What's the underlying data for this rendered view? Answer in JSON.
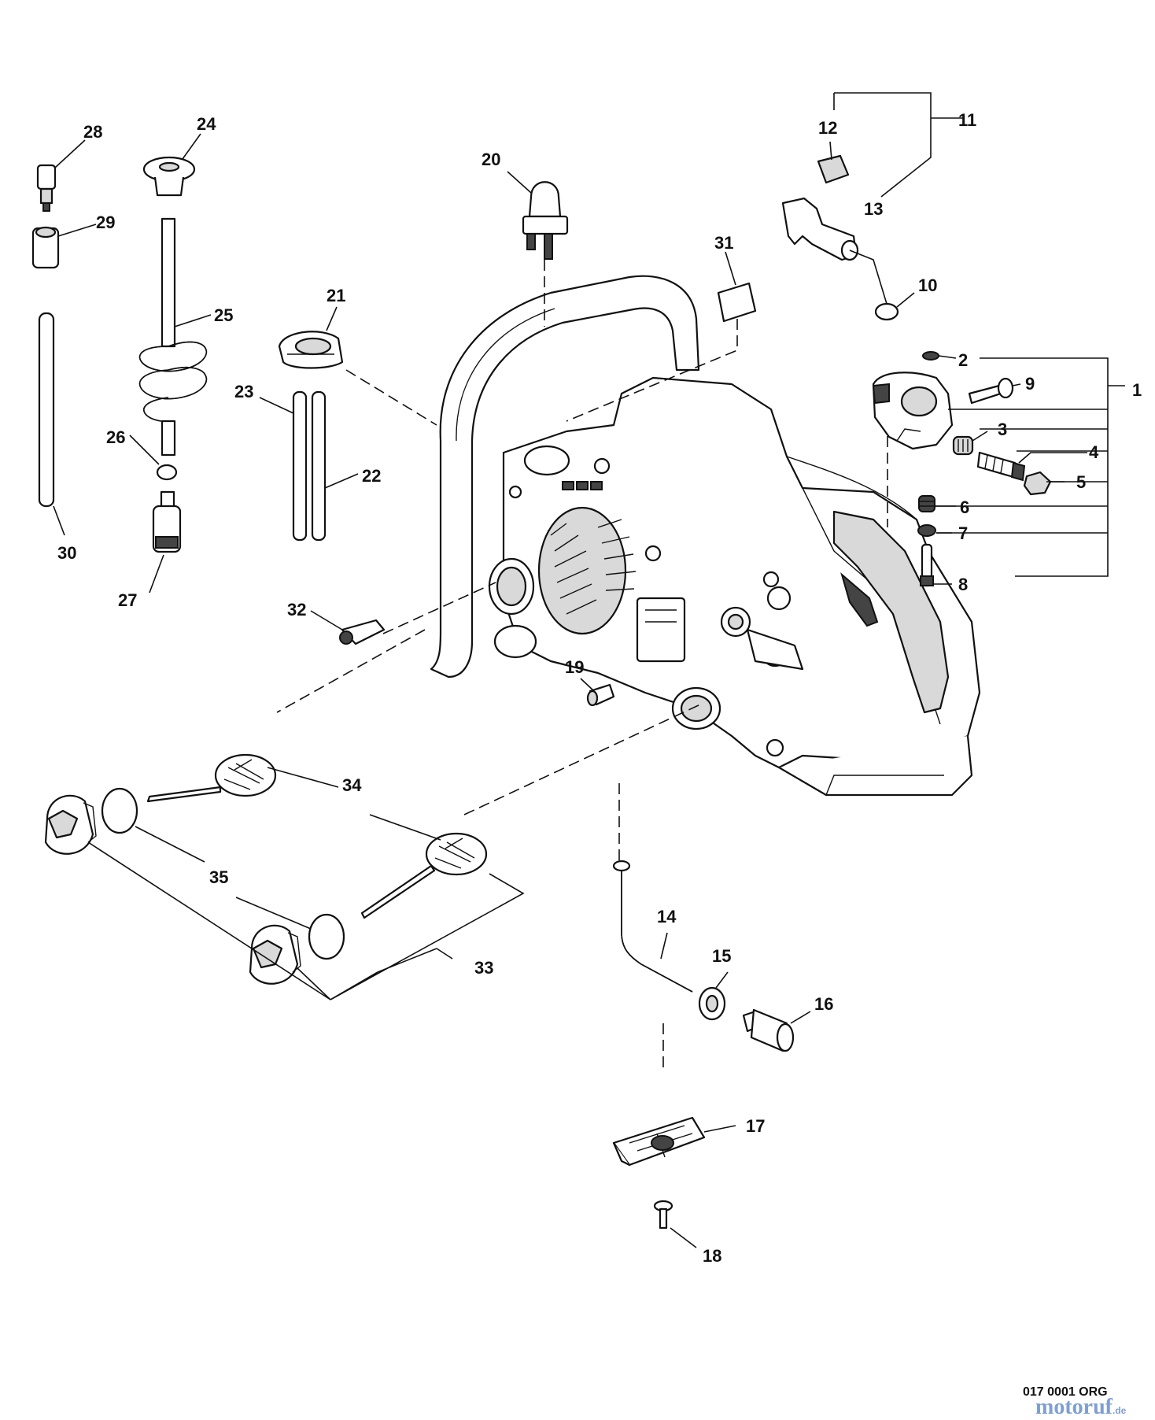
{
  "diagram": {
    "labels": [
      "1",
      "2",
      "3",
      "4",
      "5",
      "6",
      "7",
      "8",
      "9",
      "10",
      "11",
      "12",
      "13",
      "14",
      "15",
      "16",
      "17",
      "18",
      "19",
      "20",
      "21",
      "22",
      "23",
      "24",
      "25",
      "26",
      "27",
      "28",
      "29",
      "30",
      "31",
      "32",
      "33",
      "34",
      "35"
    ]
  },
  "footer": {
    "code": "017 0001 ORG"
  },
  "watermark": {
    "brand": "motoruf",
    "tld": ".de"
  }
}
